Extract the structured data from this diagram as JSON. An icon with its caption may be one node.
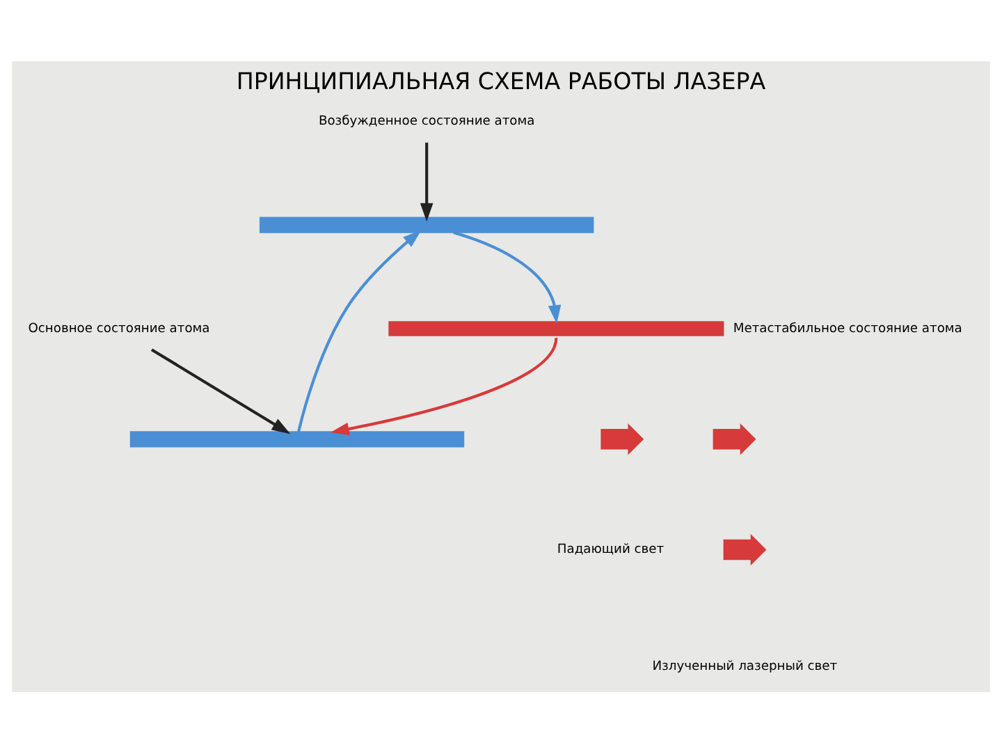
{
  "diagram": {
    "title": "ПРИНЦИПИАЛЬНАЯ СХЕМА РАБОТЫ ЛАЗЕРА",
    "nodes": [
      {
        "text": [],
        "shape": "bar"
      },
      {
        "text": [
          "Возбужденное состояние атома"
        ]
      },
      {
        "text": [],
        "shape": "bar",
        "beside": [
          "Метастабильное состояние атома"
        ]
      },
      {
        "text": [],
        "shape": "bar"
      },
      {
        "text": [
          "Основное состояние атома"
        ]
      },
      {
        "text": [],
        "shape": "arrow"
      },
      {
        "text": [],
        "shape": "arrow"
      },
      {
        "text": [],
        "shape": "arrow"
      }
    ],
    "edges": [
      {
        "from": 3,
        "to": 0,
        "arrow": "to",
        "color": "#4a8fd4"
      },
      {
        "from": 0,
        "to": 2,
        "arrow": "to",
        "color": "#4a8fd4"
      },
      {
        "from": 2,
        "to": 3,
        "arrow": "to",
        "color": "#d63a3a"
      },
      {
        "from": 1,
        "to": 0,
        "arrow": "to",
        "color": "#222222"
      },
      {
        "from": 4,
        "to": 3,
        "arrow": "to",
        "color": "#222222"
      }
    ],
    "labels": [
      "Падающий свет",
      "Излученный лазерный свет"
    ]
  }
}
